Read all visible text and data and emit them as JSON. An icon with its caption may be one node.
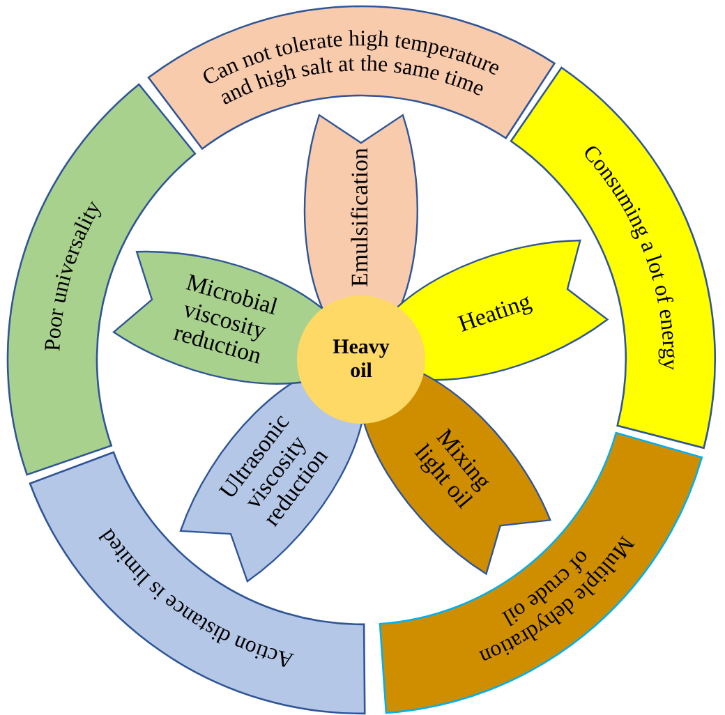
{
  "diagram": {
    "nodes": [
      {
        "text": [
          "Heavy oil"
        ]
      },
      {
        "text": [
          "Emulsification"
        ]
      },
      {
        "text": [
          "Heating"
        ]
      },
      {
        "text": [
          "Mixing light oil"
        ]
      },
      {
        "text": [
          "Ultrasonic viscosity reduction"
        ]
      },
      {
        "text": [
          "Microbial viscosity reduction"
        ]
      },
      {
        "text": [
          "Can not tolerate high temperature and high salt at the same time"
        ]
      },
      {
        "text": [
          "Consuming a lot of energy"
        ]
      },
      {
        "text": [
          "Multiple dehydration of crude oil"
        ]
      },
      {
        "text": [
          "Action distance is limited"
        ]
      },
      {
        "text": [
          "Poor universality"
        ]
      }
    ]
  }
}
